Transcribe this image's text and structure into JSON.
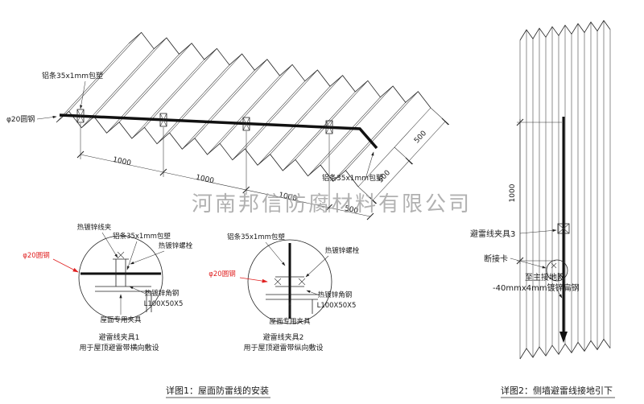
{
  "colors": {
    "ink": "#1a1a1a",
    "red": "#e02020",
    "watermark": "#a9a9a9"
  },
  "watermark": "河南邦信防腐材料有限公司",
  "detail1": {
    "caption": "详图1：屋面防雷线的安装",
    "strip_label_top": "铝条35x1mm包塑",
    "strip_label_right": "铝条35x1mm包塑",
    "round_steel_label": "φ20圆钢",
    "dims": [
      "1000",
      "1000",
      "1000",
      "500"
    ],
    "edge_dims": [
      "500",
      "500"
    ]
  },
  "clamp1": {
    "title": "避雷线夹具1",
    "subtitle": "用于屋顶避雷带横向敷设",
    "wire_clip": "热镀锌线夹",
    "strip": "铝条35x1mm包塑",
    "bolt": "热镀锌螺栓",
    "round_steel": "φ20圆钢",
    "angle_steel": "热镀锌角钢",
    "angle_spec": "L100X50X5",
    "fixture": "屋面专用夹具"
  },
  "clamp2": {
    "title": "避雷线夹具2",
    "subtitle": "用于屋顶避雷带纵向敷设",
    "strip": "铝条35x1mm包塑",
    "bolt": "热镀锌螺栓",
    "round_steel": "φ20圆钢",
    "angle_steel": "热镀锌角钢",
    "angle_spec": "L100X50X5",
    "fixture": "屋面专用夹具"
  },
  "detail2": {
    "caption": "详图2：侧墙避雷线接地引下",
    "dim": "1000",
    "clamp3": "避雷线夹具3",
    "disconnect": "断接卡",
    "to_ground": "至主接地网",
    "flat_steel": "-40mmx4mm镀锌扁钢"
  }
}
